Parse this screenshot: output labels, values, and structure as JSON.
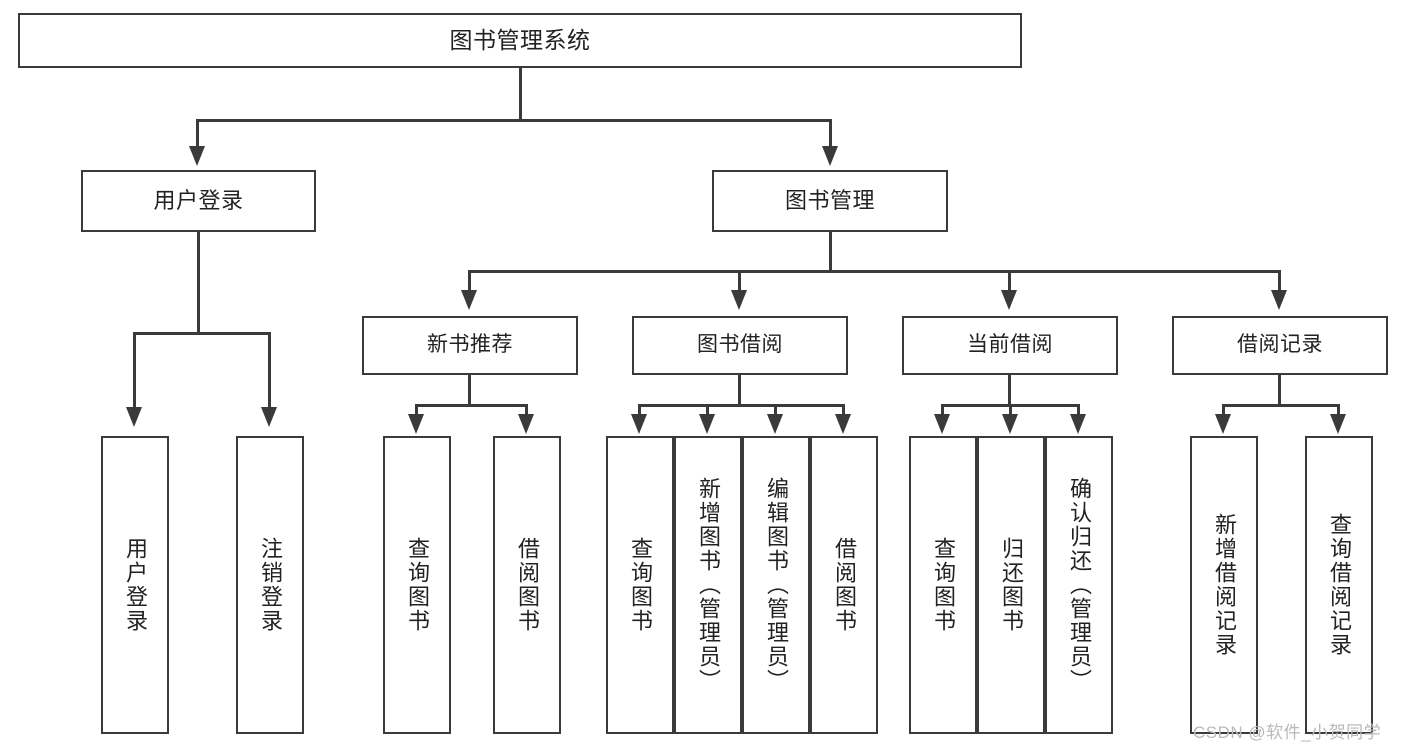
{
  "diagram": {
    "title": "图书管理系统",
    "type": "功能结构图",
    "colors": {
      "box_border": "#3a3a3a",
      "box_fill": "#ffffff",
      "connector": "#3a3a3a",
      "text": "#222222",
      "watermark": "#b9b9b9",
      "background": "#ffffff"
    }
  },
  "root": {
    "label": "图书管理系统"
  },
  "level2": [
    {
      "label": "用户登录"
    },
    {
      "label": "图书管理"
    }
  ],
  "level3": [
    {
      "label": "新书推荐"
    },
    {
      "label": "图书借阅"
    },
    {
      "label": "当前借阅"
    },
    {
      "label": "借阅记录"
    }
  ],
  "leaves": {
    "user_login": [
      {
        "label": "用户登录"
      },
      {
        "label": "注销登录"
      }
    ],
    "new_book_recommend": [
      {
        "label": "查询图书"
      },
      {
        "label": "借阅图书"
      }
    ],
    "book_borrow": [
      {
        "label": "查询图书"
      },
      {
        "label": "新增图书（管理员）"
      },
      {
        "label": "编辑图书（管理员）"
      },
      {
        "label": "借阅图书"
      }
    ],
    "current_borrow": [
      {
        "label": "查询图书"
      },
      {
        "label": "归还图书"
      },
      {
        "label": "确认归还（管理员）"
      }
    ],
    "borrow_record": [
      {
        "label": "新增借阅记录"
      },
      {
        "label": "查询借阅记录"
      }
    ]
  },
  "watermark": {
    "text": "CSDN @软件_小贺同学"
  }
}
